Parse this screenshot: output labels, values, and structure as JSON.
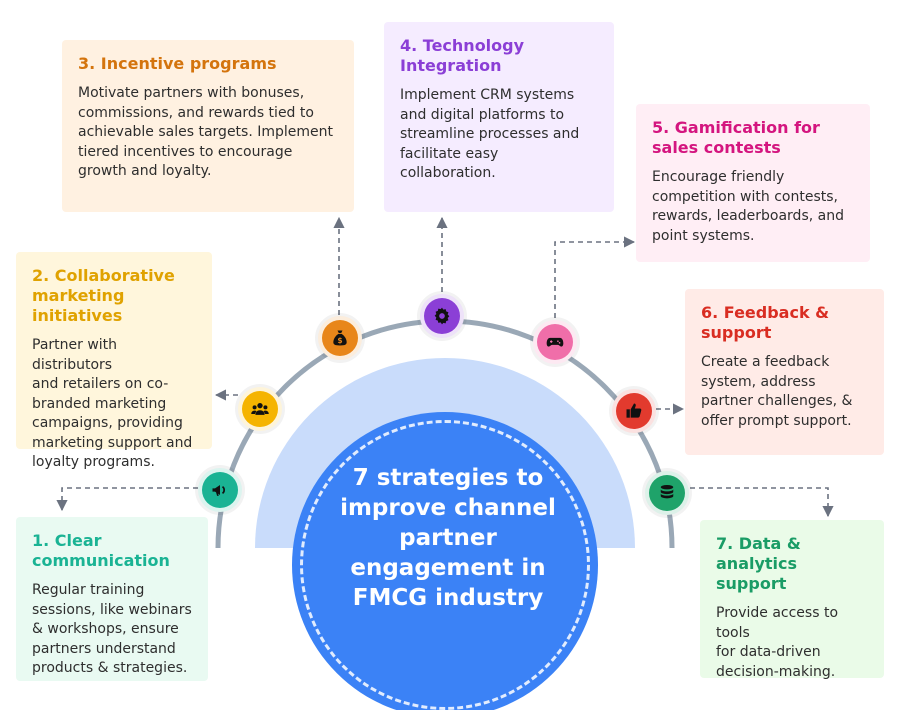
{
  "center": {
    "title": "7 strategies to\nimprove channel\npartner\nengagement in\nFMCG industry"
  },
  "strategies": [
    {
      "title": "1. Clear\ncommunication",
      "text": "Regular training\nsessions, like webinars\n& workshops, ensure\npartners understand\nproducts & strategies.",
      "icon": "megaphone-icon",
      "color": "#1ab394"
    },
    {
      "title": "2. Collaborative\nmarketing initiatives",
      "text": "Partner with distributors\nand retailers on co-\nbranded marketing\ncampaigns, providing\nmarketing support and\nloyalty programs.",
      "icon": "users-icon",
      "color": "#f5b400"
    },
    {
      "title": "3. Incentive programs",
      "text": "Motivate partners with bonuses,\ncommissions, and rewards tied to\nachievable sales targets. Implement\ntiered incentives to encourage\ngrowth and loyalty.",
      "icon": "money-bag-icon",
      "color": "#e8861a"
    },
    {
      "title": "4. Technology\nIntegration",
      "text": "Implement CRM systems\nand digital platforms to\nstreamline processes and\nfacilitate easy\ncollaboration.",
      "icon": "gear-icon",
      "color": "#8b3fd6"
    },
    {
      "title": "5. Gamification for\nsales contests",
      "text": "Encourage friendly\ncompetition with contests,\nrewards, leaderboards, and\npoint systems.",
      "icon": "gamepad-icon",
      "color": "#e0168a"
    },
    {
      "title": "6. Feedback &\nsupport",
      "text": "Create a feedback\nsystem, address\npartner challenges, &\noffer prompt support.",
      "icon": "thumbs-up-icon",
      "color": "#e23a2e"
    },
    {
      "title": "7. Data & analytics\nsupport",
      "text": "Provide access to tools\nfor data-driven\ndecision-making.",
      "icon": "database-icon",
      "color": "#1fa36a"
    }
  ],
  "colors": {
    "card_bg": [
      "#e9faf2",
      "#fff6dc",
      "#fff1e1",
      "#f5ecff",
      "#ffeef5",
      "#ffebe7",
      "#eafbe8"
    ],
    "arc": "#9aa8b6",
    "center_fill": "#3b82f6",
    "halo": "#c9dcfb"
  }
}
